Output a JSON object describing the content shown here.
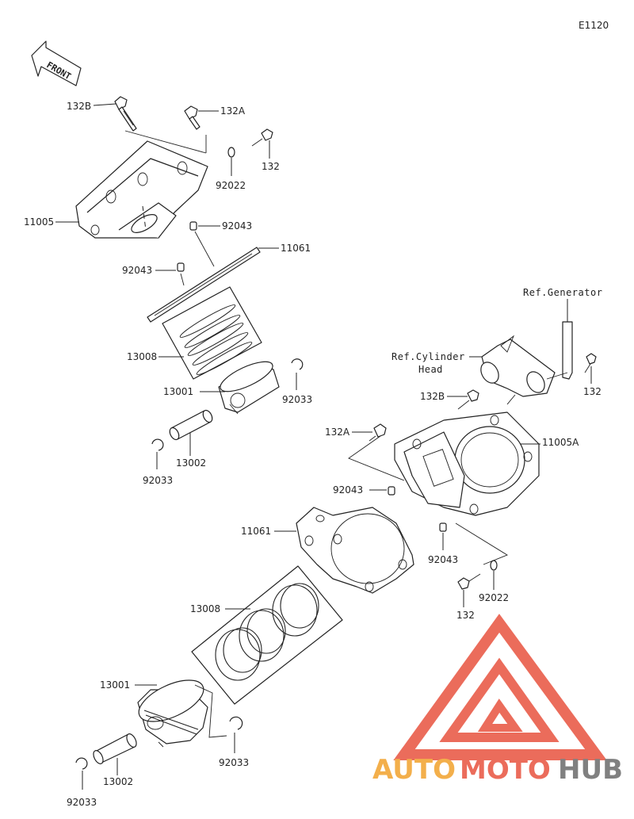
{
  "diagram_code": "E1120",
  "front_label": "FRONT",
  "refs": {
    "generator": "Ref.Generator",
    "cylinder_head_line1": "Ref.Cylinder",
    "cylinder_head_line2": "Head"
  },
  "callouts": {
    "top_132B": "132B",
    "top_132A": "132A",
    "top_132": "132",
    "top_92022": "92022",
    "top_11005": "11005",
    "top_92043_a": "92043",
    "top_11061": "11061",
    "top_92043_b": "92043",
    "top_13008": "13008",
    "top_13001": "13001",
    "top_92033_a": "92033",
    "top_13002": "13002",
    "top_92033_b": "92033",
    "bot_132_gen": "132",
    "bot_132B": "132B",
    "bot_132A": "132A",
    "bot_11005A": "11005A",
    "bot_92043_a": "92043",
    "bot_11061": "11061",
    "bot_92043_b": "92043",
    "bot_92022": "92022",
    "bot_132": "132",
    "bot_13008": "13008",
    "bot_13001": "13001",
    "bot_92033_a": "92033",
    "bot_13002": "13002",
    "bot_92033_b": "92033"
  },
  "watermark": {
    "word_part1": "AUTO",
    "word_part2": "MOTO",
    "word_part3": "HUB",
    "color_red": "#e8533f",
    "color_orange": "#f2a22c",
    "color_dark": "#6b6b6b"
  }
}
